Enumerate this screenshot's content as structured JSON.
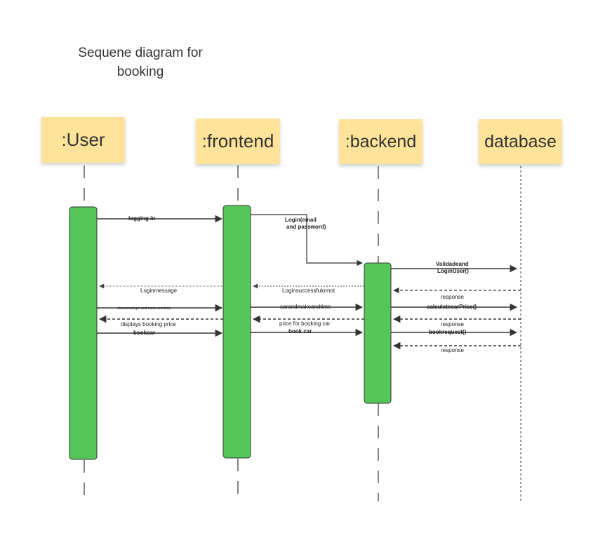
{
  "title": {
    "line1": "Sequene diagram for",
    "line2": "booking"
  },
  "participants": {
    "user": ":User",
    "frontend": ":frontend",
    "backend": ":backend",
    "database": "database"
  },
  "messages": {
    "m1": "logging in",
    "m2_line1": "Login(email",
    "m2_line2": "and password)",
    "m3_line1": "Validadeand",
    "m3_line2": "LoginUser()",
    "m4": "response",
    "m5": "Loginsuccessfulornot",
    "m6": "Loginmessage",
    "m7": "choosecartype and make and time",
    "m8": "carandmakeandtime",
    "m9": "calculatecarPrice()",
    "m10": "response",
    "m11": "price for booking car",
    "m12": "displays booking price",
    "m13": "bookcar",
    "m14": "book car",
    "m15": "bookrequest()",
    "m16": "response"
  },
  "colors": {
    "participant_fill": "#fde49a",
    "activation_fill": "#55c75a",
    "line": "#333333"
  }
}
